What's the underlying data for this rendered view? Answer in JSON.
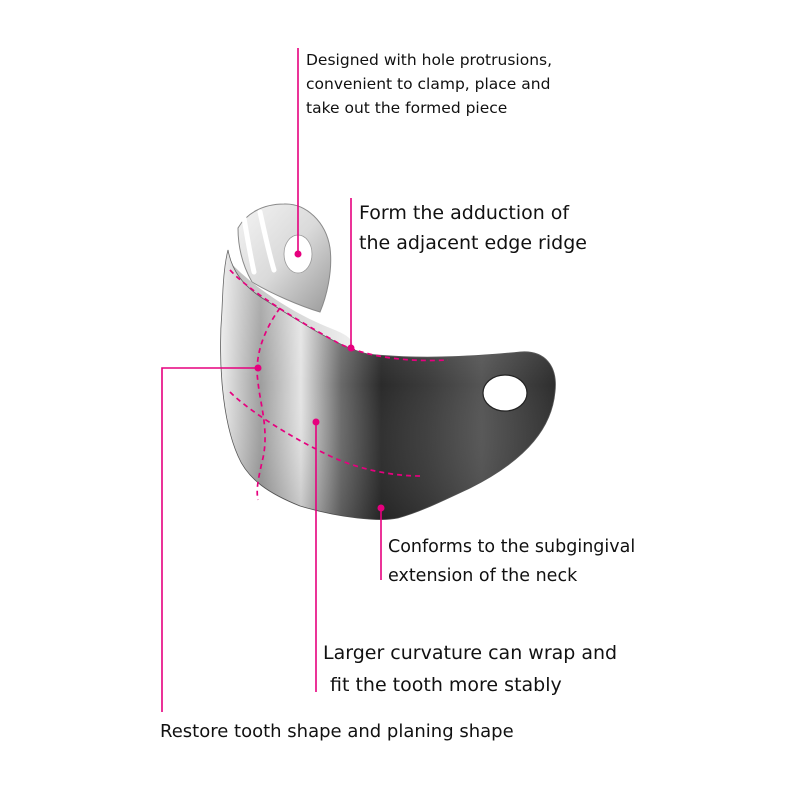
{
  "callouts": {
    "hole_protrusions": {
      "line1": "Designed with hole protrusions,",
      "line2": "convenient to clamp, place and",
      "line3": "take out the formed piece"
    },
    "edge_ridge": {
      "line1": "Form the adduction of",
      "line2": "the adjacent edge ridge"
    },
    "subgingival": {
      "line1": "Conforms to the subgingival",
      "line2": "extension of the neck"
    },
    "curvature": {
      "line1": "Larger curvature can wrap and",
      "line2": "fit the tooth more stably"
    },
    "restore": {
      "line1": "Restore tooth shape and planing shape"
    }
  },
  "colors": {
    "accent": "#e6007e",
    "text": "#111111",
    "metal_light": "#f2f2f2",
    "metal_dark": "#2a2a2a"
  }
}
